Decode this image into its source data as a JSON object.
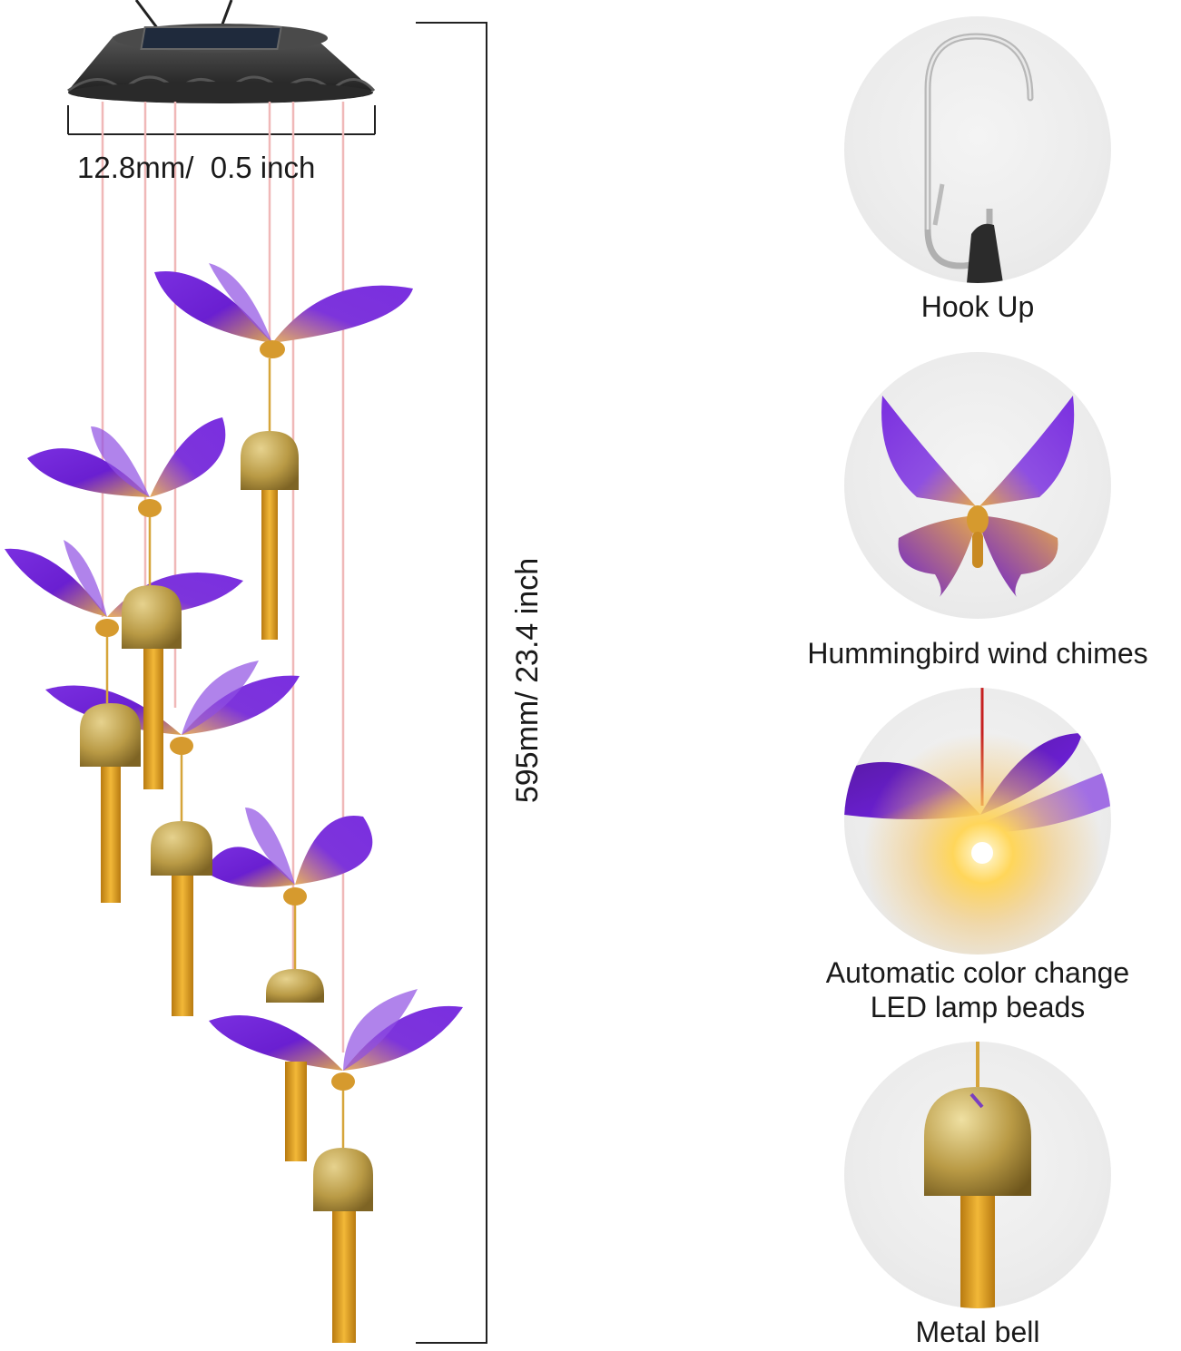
{
  "dimensions": {
    "width_label": "12.8mm/  0.5 inch",
    "height_label": "595mm/  23.4 inch"
  },
  "features": [
    {
      "label": "Hook Up",
      "icon": "hook-icon"
    },
    {
      "label": "Hummingbird wind chimes",
      "icon": "butterfly-icon"
    },
    {
      "label_line1": "Automatic color change",
      "label_line2": "LED lamp beads",
      "icon": "led-light-icon"
    },
    {
      "label": "Metal bell",
      "icon": "bell-icon"
    }
  ],
  "colors": {
    "wing": "#6a1fd1",
    "wing_light": "#b48ae8",
    "body": "#d69a2e",
    "bell": "#b99a45",
    "tassel": "#e0a020",
    "string": "#f0b8b8",
    "solar_cap": "#3a3a3a"
  }
}
